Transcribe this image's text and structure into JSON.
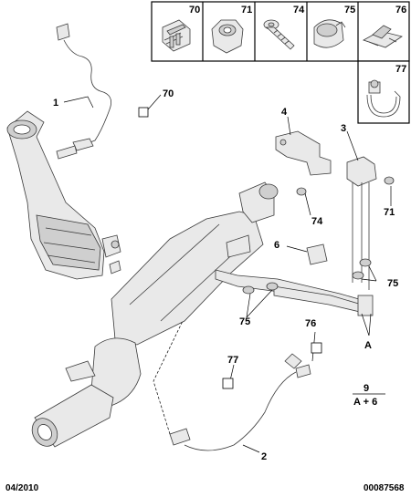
{
  "thumbnails": [
    {
      "ref": "70",
      "icon": "clip-icon"
    },
    {
      "ref": "71",
      "icon": "nut-icon"
    },
    {
      "ref": "74",
      "icon": "screw-icon"
    },
    {
      "ref": "75",
      "icon": "clamp-icon"
    },
    {
      "ref": "76",
      "icon": "fastener-clip-icon"
    },
    {
      "ref": "77",
      "icon": "cable-tie-icon"
    }
  ],
  "callouts": {
    "c1": "1",
    "c70": "70",
    "c4": "4",
    "c3": "3",
    "c74": "74",
    "c71": "71",
    "c6": "6",
    "c75a": "75",
    "c75b": "75",
    "cA": "A",
    "c76": "76",
    "c77": "77",
    "c2": "2",
    "c9": "9",
    "cA6": "A + 6"
  },
  "footer": {
    "date": "04/2010",
    "code": "00087568"
  }
}
